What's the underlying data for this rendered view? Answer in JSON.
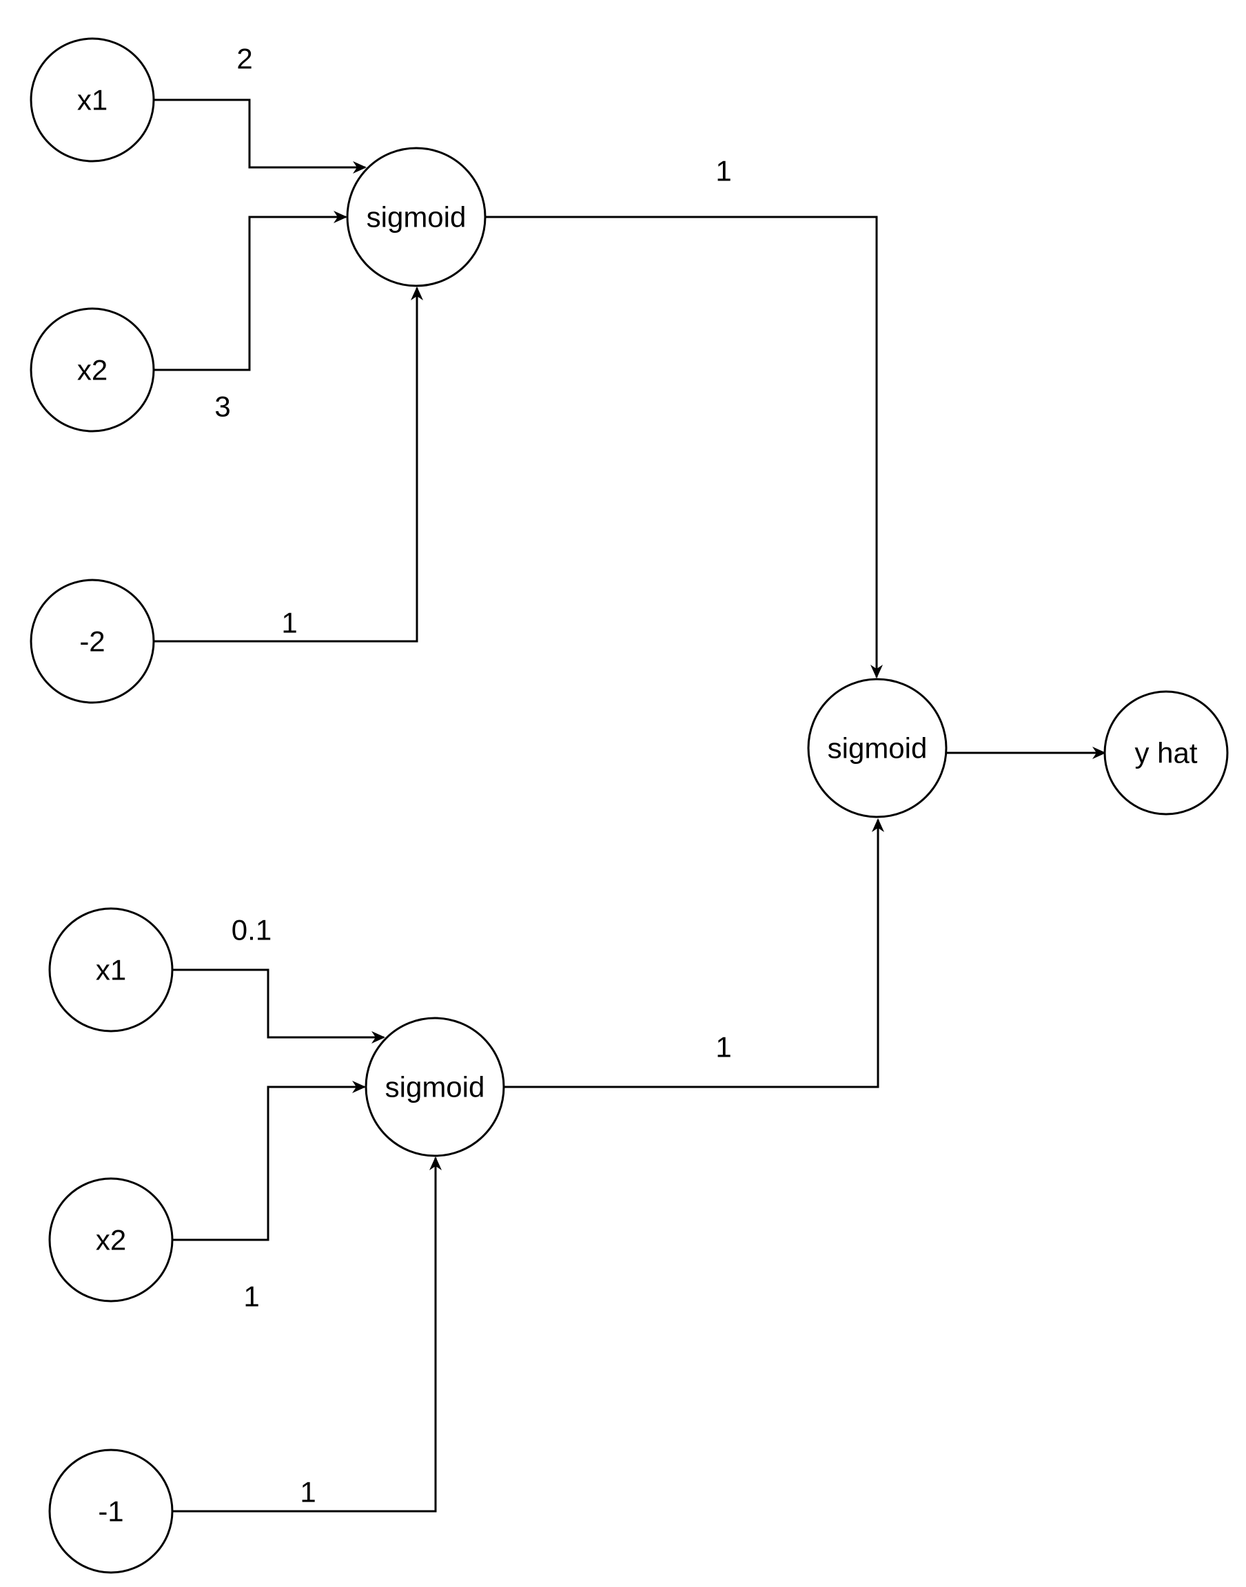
{
  "nodes": {
    "x1_top": "x1",
    "x2_top": "x2",
    "bias_top": "-2",
    "sigmoid_top": "sigmoid",
    "sigmoid_out": "sigmoid",
    "y_hat": "y hat",
    "x1_bottom": "x1",
    "x2_bottom": "x2",
    "bias_bottom": "-1",
    "sigmoid_bottom": "sigmoid"
  },
  "weights": {
    "x1_top_to_sigmoid_top": "2",
    "x2_top_to_sigmoid_top": "3",
    "bias_top_to_sigmoid_top": "1",
    "sigmoid_top_to_out": "1",
    "x1_bottom_to_sigmoid_bottom": "0.1",
    "x2_bottom_to_sigmoid_bottom": "1",
    "bias_bottom_to_sigmoid_bottom": "1",
    "sigmoid_bottom_to_out": "1"
  }
}
